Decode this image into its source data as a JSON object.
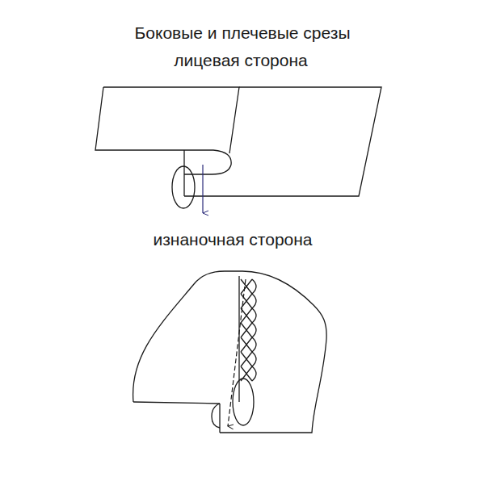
{
  "diagram": {
    "title": "Боковые и плечевые срезы",
    "labels": [
      "лицевая сторона",
      "изнаночная сторона"
    ]
  }
}
